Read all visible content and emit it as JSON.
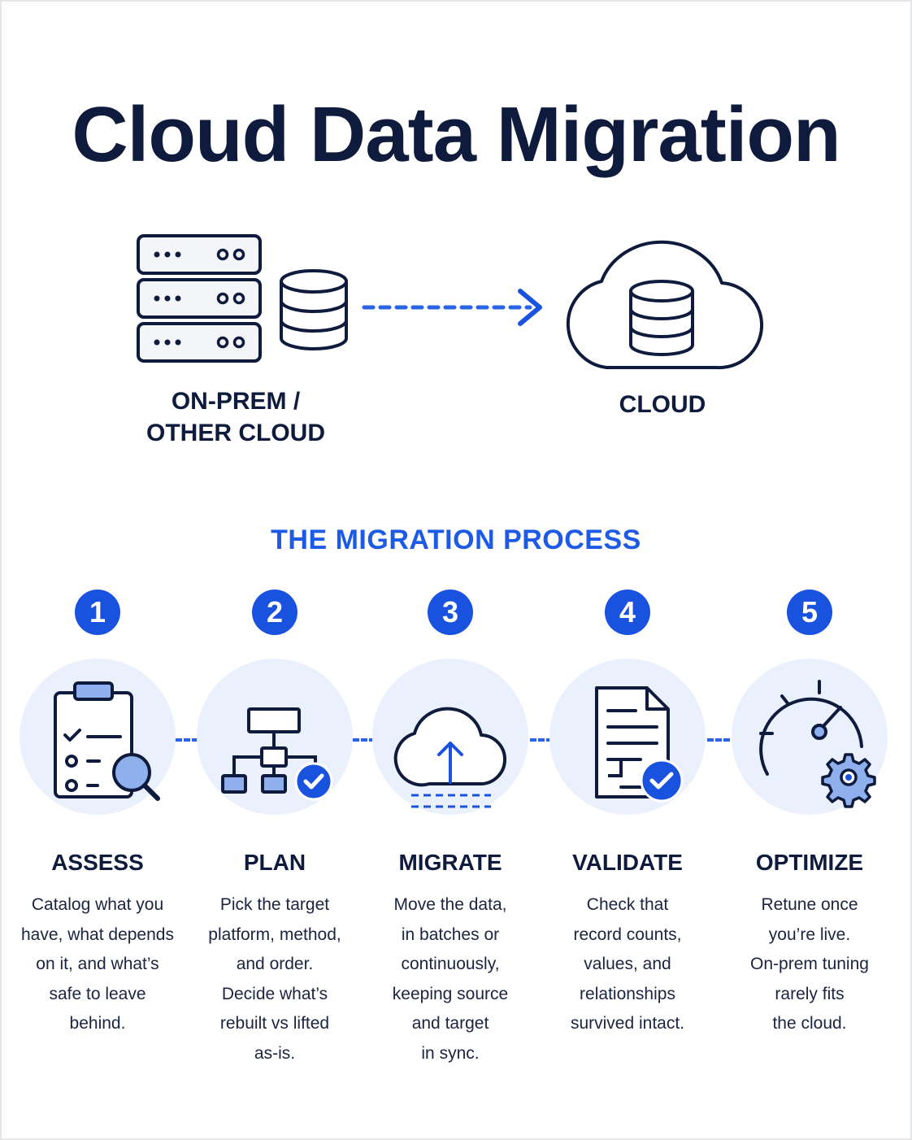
{
  "title": "Cloud Data Migration",
  "hero": {
    "source_label_line1": "ON-PREM /",
    "source_label_line2": "OTHER CLOUD",
    "destination_label": "CLOUD"
  },
  "process_title": "THE MIGRATION PROCESS",
  "colors": {
    "accent": "#1a52e0",
    "ink": "#0f1b3d",
    "disc": "#ebf1fc",
    "muted_blue": "#8fb0ec"
  },
  "steps": [
    {
      "number": "1",
      "name": "ASSESS",
      "icon": "clipboard-magnifier-icon",
      "desc": [
        "Catalog what you",
        "have, what depends",
        "on it, and what’s",
        "safe to leave",
        "behind."
      ]
    },
    {
      "number": "2",
      "name": "PLAN",
      "icon": "hierarchy-check-icon",
      "desc": [
        "Pick the target",
        "platform, method,",
        "and order.",
        "Decide what’s",
        "rebuilt vs lifted",
        "as-is."
      ]
    },
    {
      "number": "3",
      "name": "MIGRATE",
      "icon": "cloud-upload-icon",
      "desc": [
        "Move the data,",
        "in batches or",
        "continuously,",
        "keeping source",
        "and target",
        "in sync."
      ]
    },
    {
      "number": "4",
      "name": "VALIDATE",
      "icon": "document-check-icon",
      "desc": [
        "Check that",
        "record counts,",
        "values, and",
        "relationships",
        "survived intact."
      ]
    },
    {
      "number": "5",
      "name": "OPTIMIZE",
      "icon": "gauge-gear-icon",
      "desc": [
        "Retune once",
        "you’re live.",
        "On-prem tuning",
        "rarely fits",
        "the cloud."
      ]
    }
  ]
}
